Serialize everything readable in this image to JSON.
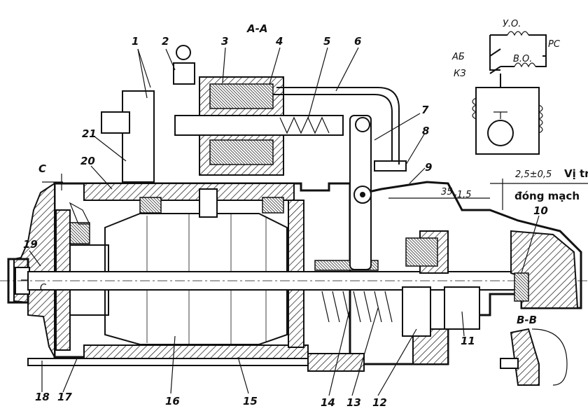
{
  "section_labels": {
    "aa": "A-A",
    "bb": "B-B",
    "c": "C",
    "c_small": "C"
  },
  "callouts": [
    "1",
    "2",
    "3",
    "4",
    "5",
    "6",
    "7",
    "8",
    "9",
    "10",
    "11",
    "12",
    "13",
    "14",
    "15",
    "16",
    "17",
    "18",
    "19",
    "20",
    "21"
  ],
  "dimensions": {
    "gap": "2,5±0,5",
    "gap_note_1": "Vị trí",
    "gap_note_2": "đóng mạch",
    "stroke": "35",
    "stroke_tol": "-1,5"
  },
  "schematic": {
    "uo": "У.О.",
    "vo": "В.О.",
    "rs": "РС",
    "ab": "АБ",
    "kz": "КЗ"
  }
}
